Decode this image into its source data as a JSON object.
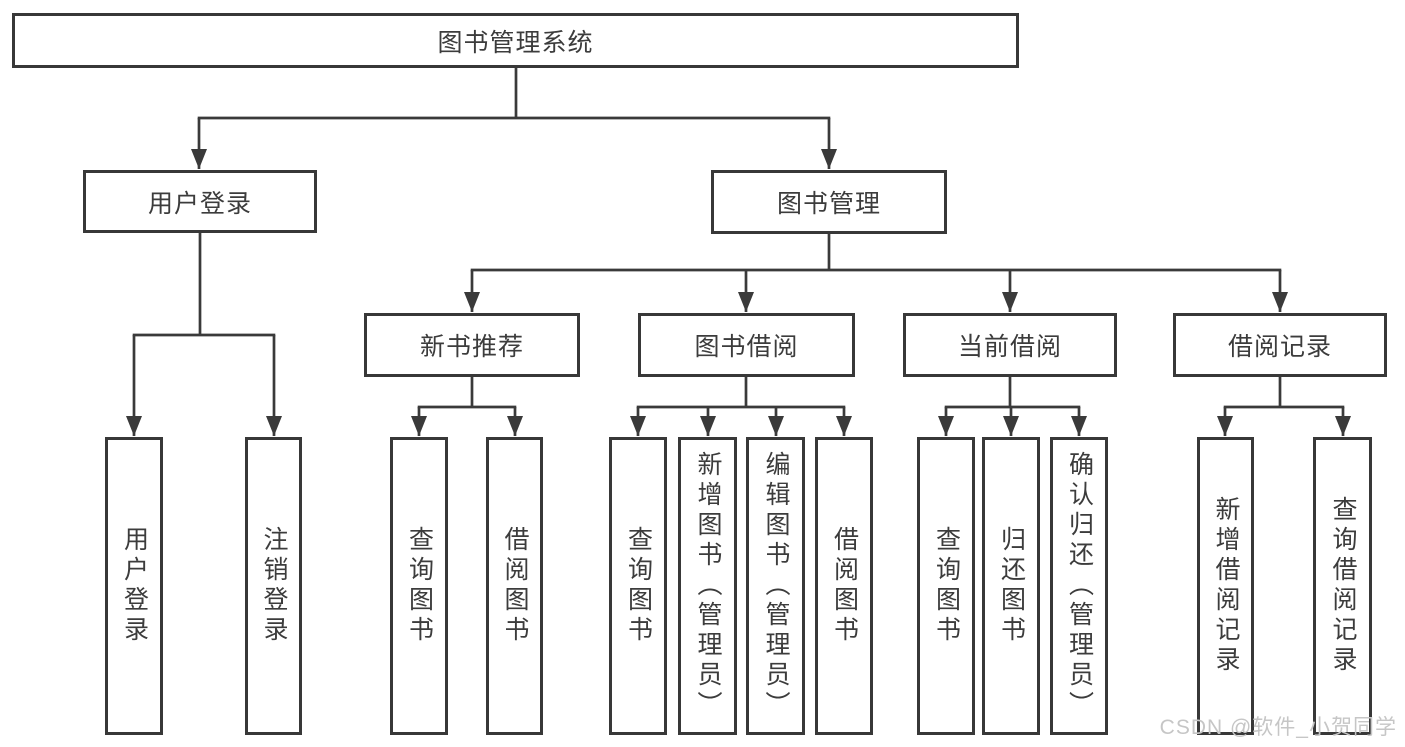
{
  "diagram_title": "图书管理系统",
  "nodes": {
    "root": {
      "label": "图书管理系统"
    },
    "level2": {
      "user_login": {
        "label": "用户登录"
      },
      "book_management": {
        "label": "图书管理"
      }
    },
    "level3": {
      "new_book_recommend": {
        "label": "新书推荐"
      },
      "book_borrowing": {
        "label": "图书借阅"
      },
      "current_borrowing": {
        "label": "当前借阅"
      },
      "borrowing_records": {
        "label": "借阅记录"
      }
    },
    "leaf": {
      "user_login": {
        "label": "用户登录"
      },
      "logout": {
        "label": "注销登录"
      },
      "recommend_query_books": {
        "label": "查询图书"
      },
      "recommend_borrow_books": {
        "label": "借阅图书"
      },
      "borrowing_query_books": {
        "label": "查询图书"
      },
      "borrowing_add_books_admin": {
        "label": "新增图书（管理员）"
      },
      "borrowing_edit_books_admin": {
        "label": "编辑图书（管理员）"
      },
      "borrowing_borrow_books": {
        "label": "借阅图书"
      },
      "current_query_books": {
        "label": "查询图书"
      },
      "current_return_books": {
        "label": "归还图书"
      },
      "current_confirm_return_admin": {
        "label": "确认归还（管理员）"
      },
      "records_add_record": {
        "label": "新增借阅记录"
      },
      "records_query_record": {
        "label": "查询借阅记录"
      }
    }
  },
  "watermark": {
    "text": "CSDN @软件_小贺同学"
  },
  "colors": {
    "line": "#3a3a3a",
    "box_border": "#383838",
    "box_fill": "#ffffff",
    "text": "#3c3c3c",
    "watermark": "#c6c6c6",
    "background": "#ffffff"
  }
}
